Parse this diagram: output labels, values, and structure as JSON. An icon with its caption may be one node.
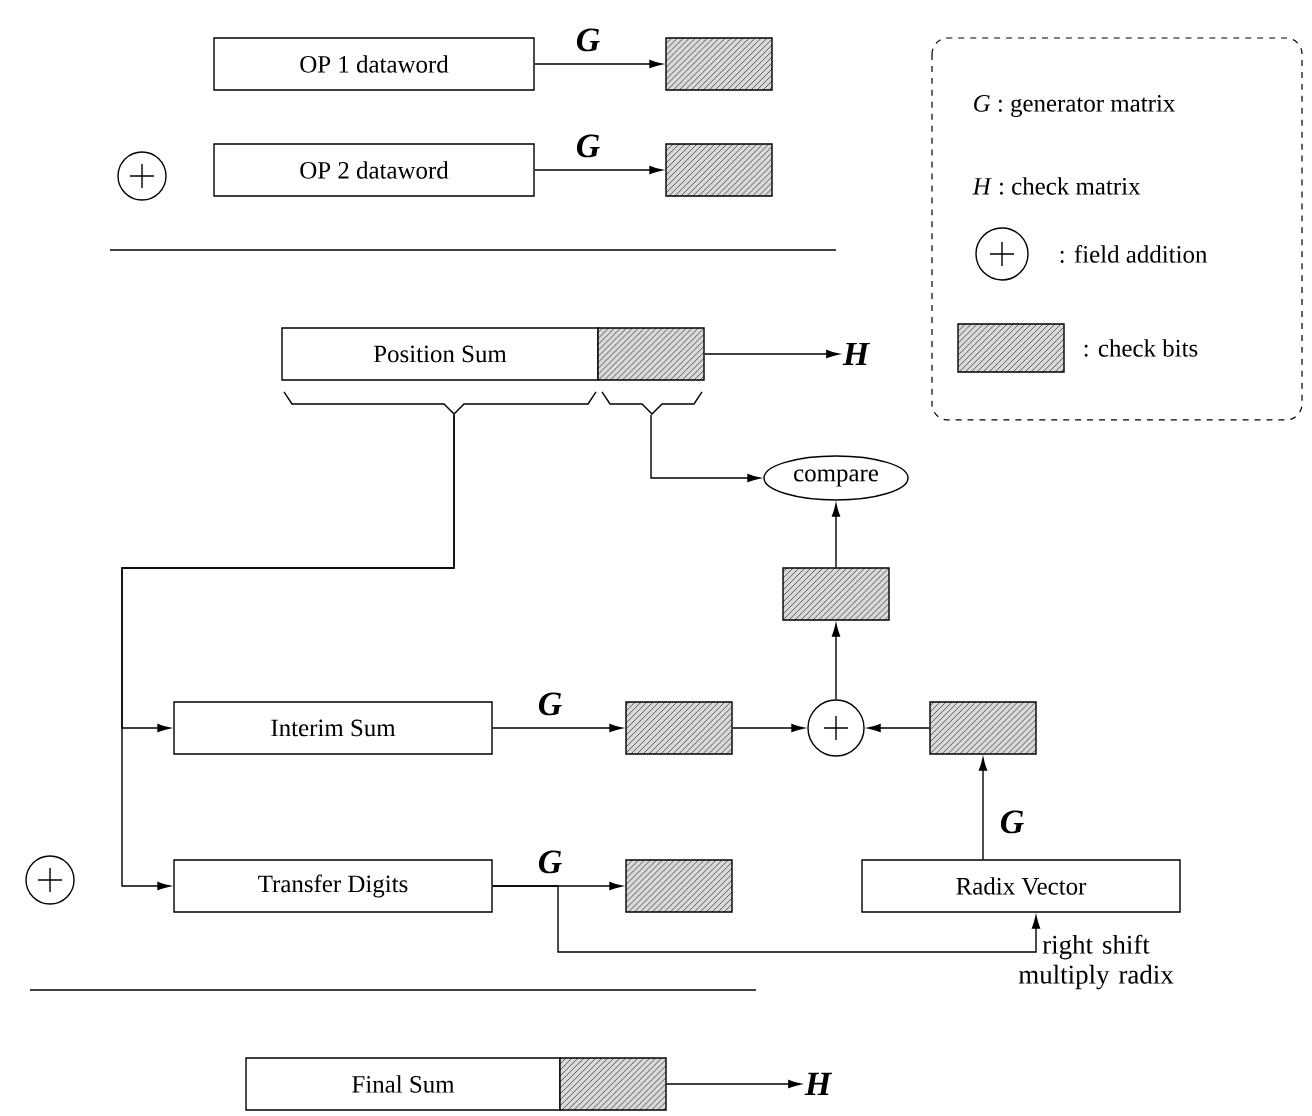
{
  "diagram": {
    "nodes": [
      {
        "text": [
          "OP 1 dataword"
        ]
      },
      {
        "text": [],
        "shape": "box"
      },
      {
        "text": [],
        "shape": "circle"
      },
      {
        "text": [
          "OP 2 dataword"
        ]
      },
      {
        "text": [],
        "shape": "box"
      },
      {
        "text": [
          "Position Sum"
        ]
      },
      {
        "text": [],
        "shape": "box"
      },
      {
        "text": [
          "H"
        ]
      },
      {
        "text": [
          "compare"
        ]
      },
      {
        "text": [],
        "shape": "box"
      },
      {
        "text": [
          "Interim Sum"
        ]
      },
      {
        "text": [],
        "shape": "box"
      },
      {
        "text": [],
        "shape": "circle"
      },
      {
        "text": [],
        "shape": "box"
      },
      {
        "text": [],
        "shape": "circle"
      },
      {
        "text": [
          "Transfer Digits"
        ]
      },
      {
        "text": [],
        "shape": "box"
      },
      {
        "text": [
          "Radix Vector"
        ]
      },
      {
        "text": [
          "Final Sum"
        ]
      },
      {
        "text": [],
        "shape": "box"
      },
      {
        "text": [
          "H"
        ]
      }
    ],
    "edges": [
      {
        "from": 0,
        "to": 1,
        "arrow": "to",
        "label": "G"
      },
      {
        "from": 3,
        "to": 4,
        "arrow": "to",
        "label": "G"
      },
      {
        "from": 6,
        "to": 7,
        "arrow": "to"
      },
      {
        "from": 6,
        "to": 8,
        "arrow": "to"
      },
      {
        "from": 5,
        "to": 10,
        "arrow": "to"
      },
      {
        "from": 5,
        "to": 15,
        "arrow": "to"
      },
      {
        "from": 9,
        "to": 8,
        "arrow": "to"
      },
      {
        "from": 10,
        "to": 11,
        "arrow": "to",
        "label": "G"
      },
      {
        "from": 11,
        "to": 12,
        "arrow": "to"
      },
      {
        "from": 13,
        "to": 12,
        "arrow": "to"
      },
      {
        "from": 12,
        "to": 9,
        "arrow": "to"
      },
      {
        "from": 17,
        "to": 13,
        "arrow": "to",
        "label": "G"
      },
      {
        "from": 15,
        "to": 16,
        "arrow": "to",
        "label": "G"
      },
      {
        "from": 15,
        "to": 17,
        "arrow": "to",
        "label": "right shift multiply radix"
      },
      {
        "from": 19,
        "to": 20,
        "arrow": "to"
      }
    ],
    "legend": [
      {
        "text": "*G* : generator matrix"
      },
      {
        "text": "*H* : check matrix"
      },
      {
        "text": ": field addition"
      },
      {
        "text": ": check bits"
      }
    ]
  }
}
